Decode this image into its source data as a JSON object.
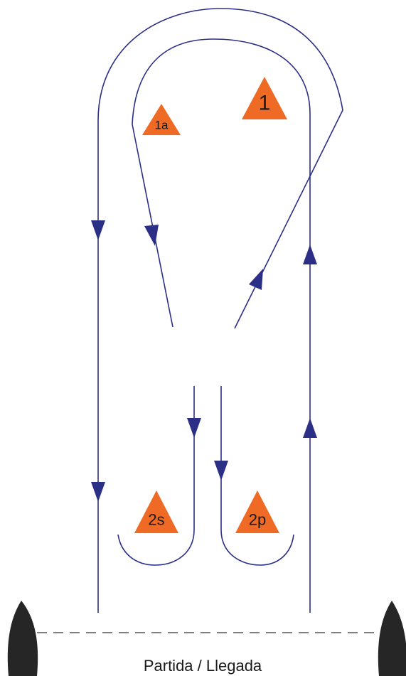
{
  "colors": {
    "course_line": "#2b2f86",
    "mark_fill": "#ee6a25",
    "mark_text": "#1a1a1a",
    "boat_fill": "#262626",
    "start_line": "#333333",
    "footer_text": "#1a1a1a"
  },
  "marks": {
    "m1": "1",
    "m1a": "1a",
    "m2s": "2s",
    "m2p": "2p"
  },
  "footer": {
    "start_finish_label": "Partida / Llegada"
  },
  "icons": {
    "committee_boat": "boat-icon",
    "pin_end": "boat-icon",
    "course_arrow": "arrowhead-icon"
  }
}
